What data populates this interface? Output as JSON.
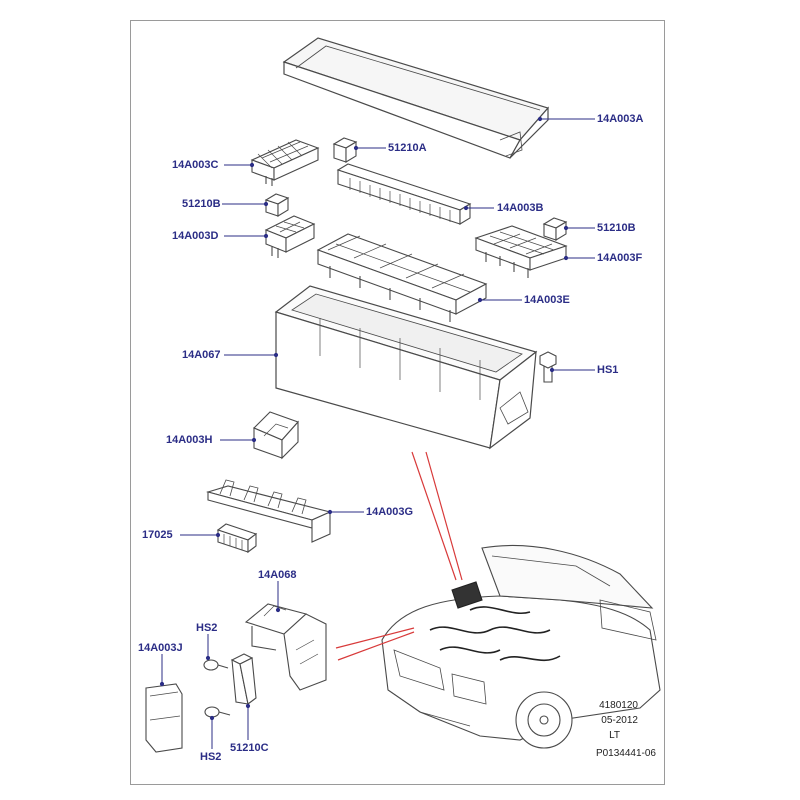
{
  "colors": {
    "label": "#2b2d86",
    "leader": "#2b2d86",
    "callout": "#d83a3a",
    "part_line": "#4a4a4a"
  },
  "labels": {
    "l_14A003A": "14A003A",
    "l_51210A": "51210A",
    "l_14A003C": "14A003C",
    "l_51210B_left": "51210B",
    "l_14A003B": "14A003B",
    "l_51210B_right": "51210B",
    "l_14A003D": "14A003D",
    "l_14A003F": "14A003F",
    "l_14A003E": "14A003E",
    "l_14A067": "14A067",
    "l_HS1": "HS1",
    "l_14A003H": "14A003H",
    "l_14A003G": "14A003G",
    "l_17025": "17025",
    "l_14A068": "14A068",
    "l_HS2_top": "HS2",
    "l_14A003J": "14A003J",
    "l_HS2_bottom": "HS2",
    "l_51210C": "51210C"
  },
  "info_block": {
    "line1": "4180120",
    "line2": "05-2012",
    "line3": "LT",
    "line4": "P0134441-06"
  }
}
